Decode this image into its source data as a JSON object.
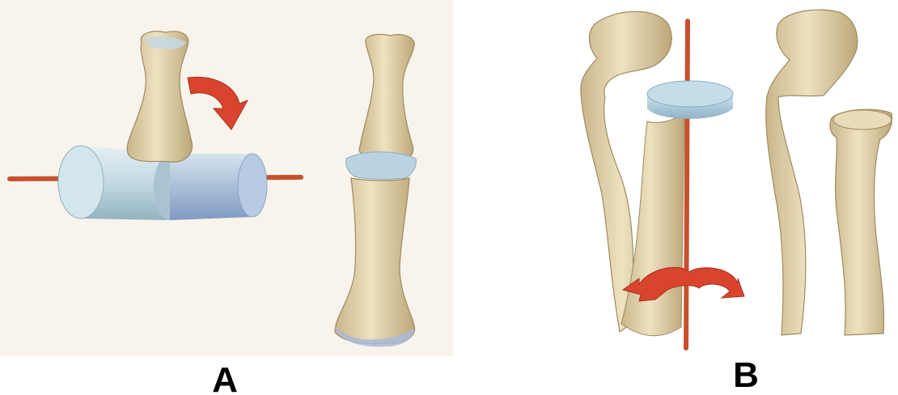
{
  "labels": {
    "panel_a": "A",
    "panel_b": "B"
  },
  "colors": {
    "bone": "#e6d6ad",
    "bone_shadow": "#b9a477",
    "cartilage": "#b9d6e2",
    "cylinder": "#c7dde6",
    "axis": "#c8502d",
    "arrow": "#d8442d",
    "background_a": "#f7f3ea"
  },
  "icons": {
    "hinge_model": "hinge-joint-cylinder-model",
    "pivot_model": "pivot-joint-disc-model",
    "rotation_arrow": "curved-rotation-arrow"
  }
}
